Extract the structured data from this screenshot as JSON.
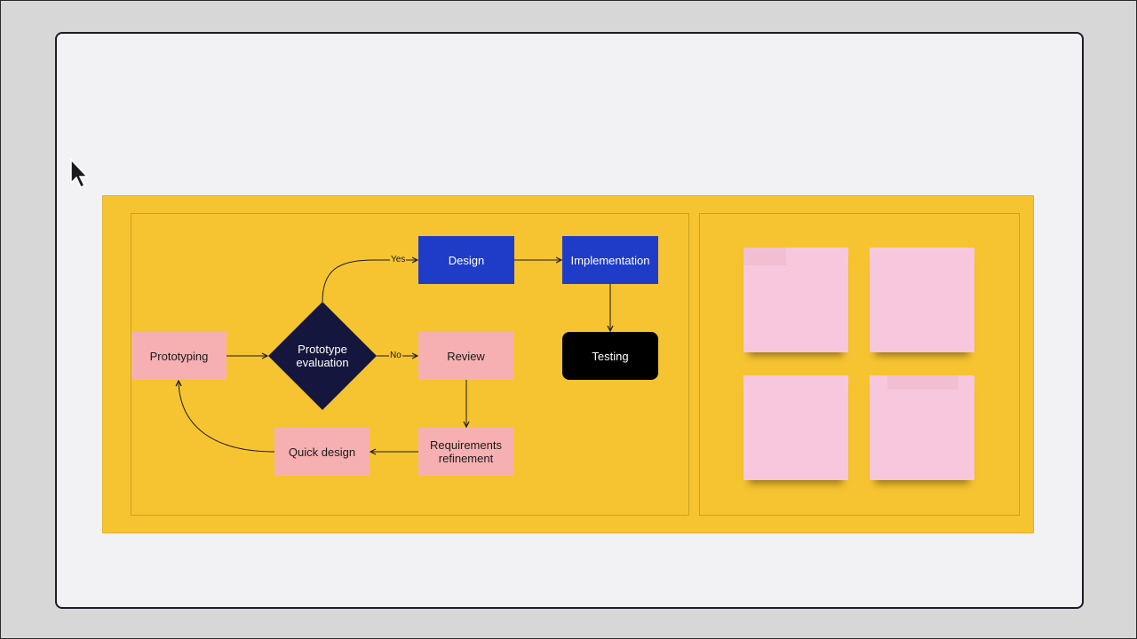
{
  "nodes": {
    "prototyping": "Prototyping",
    "evaluation": "Prototype evaluation",
    "design": "Design",
    "implementation": "Implementation",
    "review": "Review",
    "testing": "Testing",
    "requirements": "Requirements refinement",
    "quick_design": "Quick design"
  },
  "edge_labels": {
    "yes": "Yes",
    "no": "No"
  },
  "colors": {
    "board": "#f7c431",
    "pink_node": "#f6b0b2",
    "blue_node": "#1f3cc8",
    "diamond": "#15163d",
    "black_node": "#000000",
    "sticky": "#f7c7dd"
  },
  "sticky_notes": [
    "",
    "",
    "",
    ""
  ]
}
